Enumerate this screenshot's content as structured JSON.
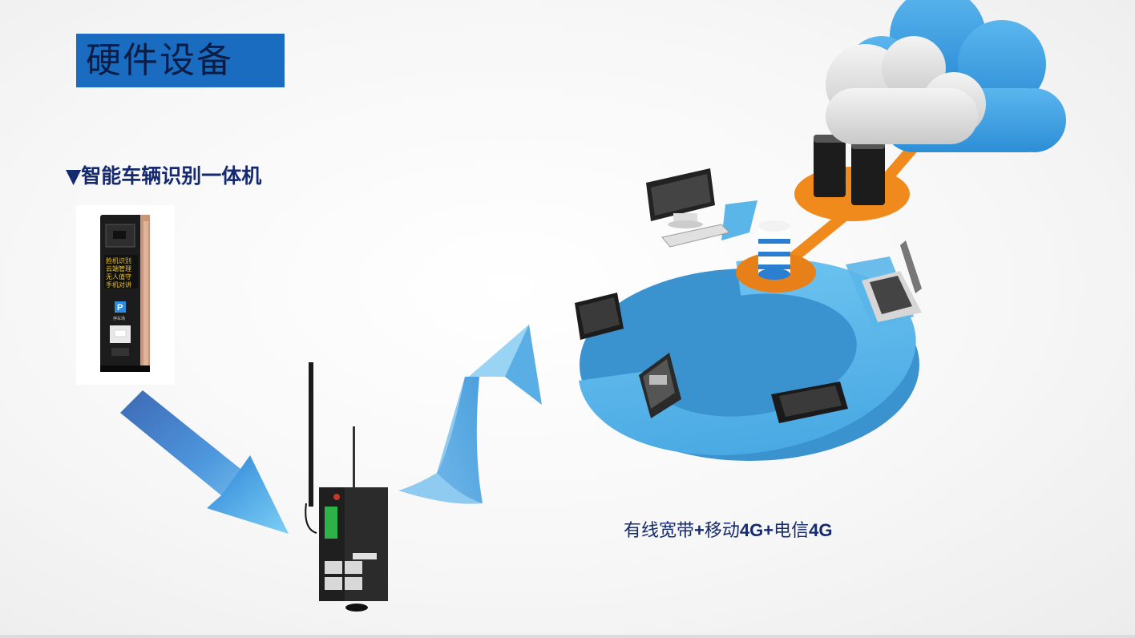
{
  "title": "硬件设备",
  "subtitle": "▼智能车辆识别一体机",
  "kiosk": {
    "screen_lines": [
      "脸机识别",
      "云端管理",
      "无人值守",
      "手机对讲"
    ],
    "parking_badge": "P",
    "parking_label": "停车场"
  },
  "caption": {
    "part1": "有线宽带",
    "part2": "+",
    "part3": "移动",
    "part4": "4G+",
    "part5": "电信",
    "part6": "4G"
  },
  "colors": {
    "title_bg": "#1a6cc1",
    "title_text": "#0b1d45",
    "text_navy": "#152a6e",
    "ring_blue": "#5ab5e8",
    "node_orange": "#f08a1c",
    "cloud_blue": "#3c9fe0"
  },
  "icons": [
    "down-right-arrow-icon",
    "up-arrow-icon",
    "router-icon",
    "cloud-icon",
    "server-icon",
    "database-icon",
    "desktop-icon",
    "laptop-icon",
    "tablet-icon",
    "phone-icon",
    "pos-terminal-icon"
  ]
}
